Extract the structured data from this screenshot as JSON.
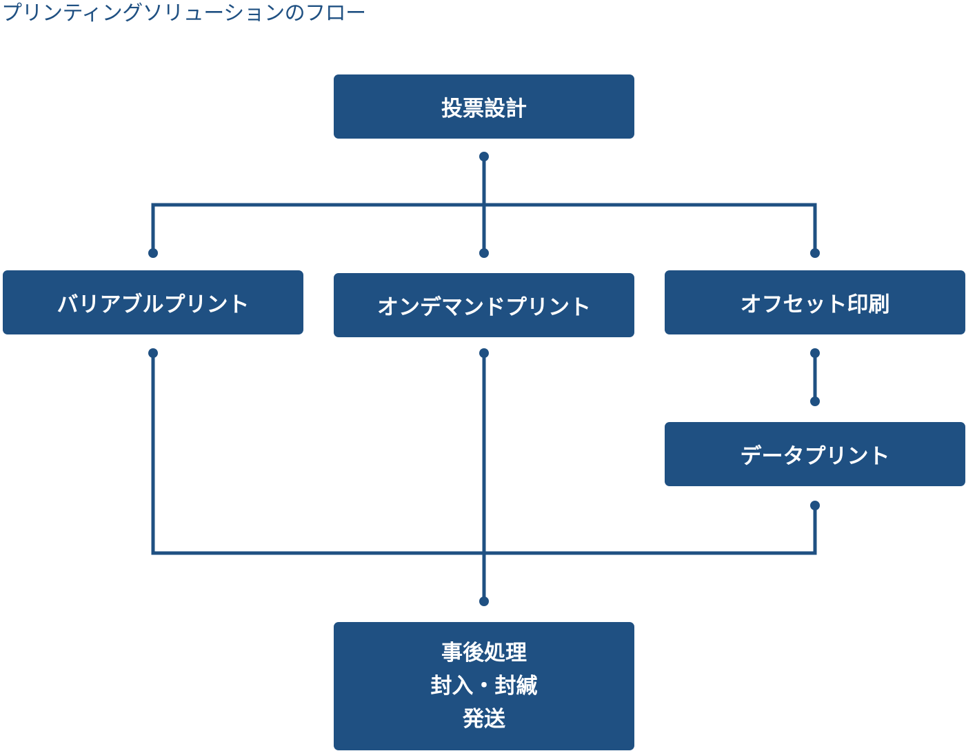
{
  "diagram": {
    "title": "プリンティングソリューションのフロー",
    "nodes": {
      "design": "投票設計",
      "variable": "バリアブルプリント",
      "on_demand": "オンデマンドプリント",
      "offset": "オフセット印刷",
      "data_print": "データプリント",
      "post": [
        "事後処理",
        "封入・封緘",
        "発送"
      ]
    },
    "colors": {
      "node_fill": "#1f5082",
      "node_text": "#ffffff",
      "connector": "#1f5082"
    }
  }
}
